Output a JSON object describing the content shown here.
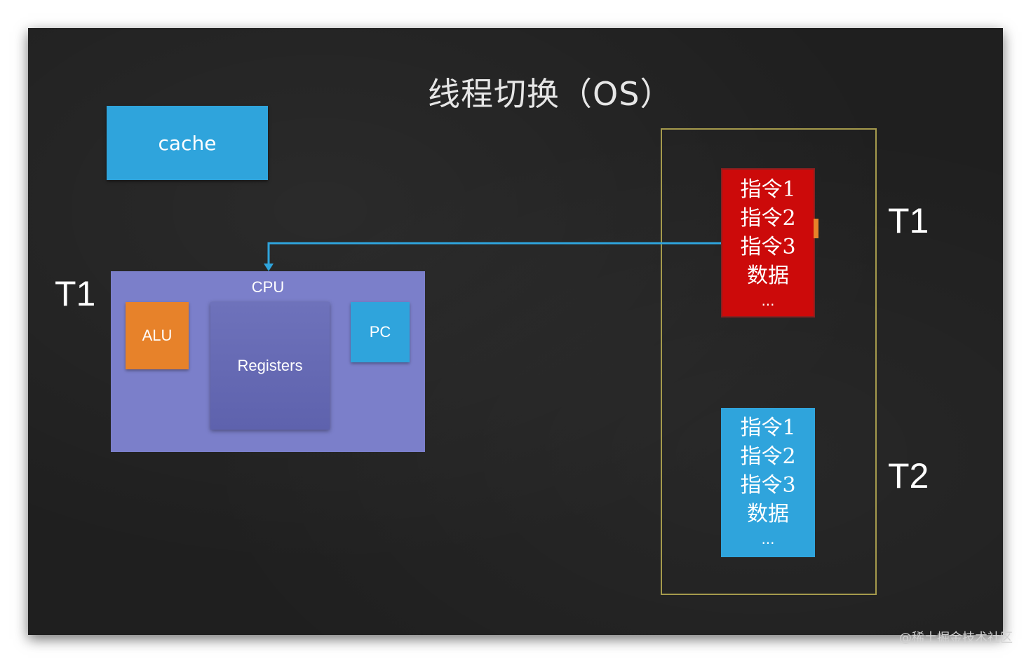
{
  "title": "线程切换（OS）",
  "cache": {
    "label": "cache"
  },
  "cpu": {
    "label": "CPU",
    "alu": "ALU",
    "registers": "Registers",
    "pc": "PC",
    "thread_label": "T1"
  },
  "threads": [
    {
      "label": "T1",
      "lines": [
        "指令1",
        "指令2",
        "指令3",
        "数据"
      ],
      "ellipsis": "...",
      "color": "#cc0a0a"
    },
    {
      "label": "T2",
      "lines": [
        "指令1",
        "指令2",
        "指令3",
        "数据"
      ],
      "ellipsis": "...",
      "color": "#2fa4dc"
    }
  ],
  "colors": {
    "board": "#1f1f1f",
    "cache": "#2fa4dc",
    "cpu": "#7b7fca",
    "alu": "#e7822a",
    "registers": "#6e72bb",
    "pc": "#2fa4dc",
    "os_frame": "#a59a4c",
    "arrow": "#2fa4dc"
  },
  "watermark": "@稀土掘金技术社区"
}
